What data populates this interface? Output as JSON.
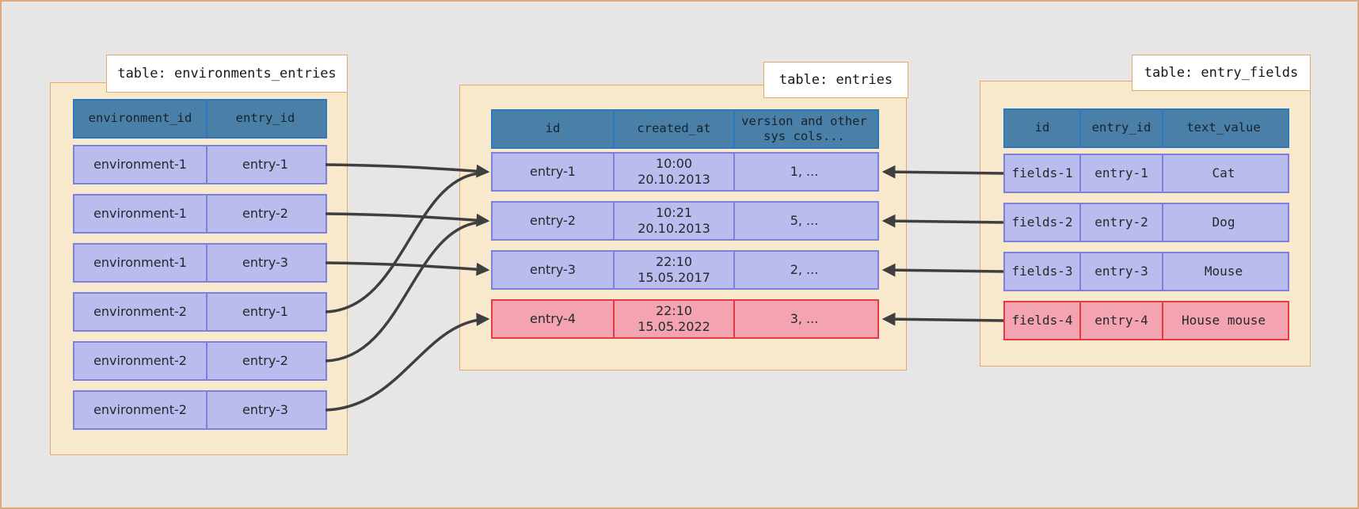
{
  "diagram": {
    "background_color": "#e6e6e6",
    "frame_color": "#dca87c",
    "arrow_color": "#3f3f3f",
    "palette": {
      "container_fill": "#f9e9cc",
      "container_border": "#e6a76b",
      "header_fill": "#4a80a8",
      "header_border": "#2b79c2",
      "row_fill": "#b9bcec",
      "row_border": "#7c81dd",
      "highlight_row_fill": "#f4a4b0",
      "highlight_row_border": "#e63946",
      "title_box_fill": "#ffffff"
    }
  },
  "tables": [
    {
      "key": "environments_entries",
      "title": "table: environments_entries",
      "columns": [
        "environment_id",
        "entry_id"
      ],
      "rows": [
        {
          "cells": [
            "environment-1",
            "entry-1"
          ],
          "highlight": false
        },
        {
          "cells": [
            "environment-1",
            "entry-2"
          ],
          "highlight": false
        },
        {
          "cells": [
            "environment-1",
            "entry-3"
          ],
          "highlight": false
        },
        {
          "cells": [
            "environment-2",
            "entry-1"
          ],
          "highlight": false
        },
        {
          "cells": [
            "environment-2",
            "entry-2"
          ],
          "highlight": false
        },
        {
          "cells": [
            "environment-2",
            "entry-3"
          ],
          "highlight": false
        }
      ]
    },
    {
      "key": "entries",
      "title": "table: entries",
      "columns": [
        "id",
        "created_at",
        "version and other sys cols..."
      ],
      "rows": [
        {
          "cells": [
            "entry-1",
            "10:00 20.10.2013",
            "1, ..."
          ],
          "highlight": false
        },
        {
          "cells": [
            "entry-2",
            "10:21 20.10.2013",
            "5, ..."
          ],
          "highlight": false
        },
        {
          "cells": [
            "entry-3",
            "22:10 15.05.2017",
            "2, ..."
          ],
          "highlight": false
        },
        {
          "cells": [
            "entry-4",
            "22:10 15.05.2022",
            "3, ..."
          ],
          "highlight": true
        }
      ]
    },
    {
      "key": "entry_fields",
      "title": "table: entry_fields",
      "columns": [
        "id",
        "entry_id",
        "text_value"
      ],
      "rows": [
        {
          "cells": [
            "fields-1",
            "entry-1",
            "Cat"
          ],
          "highlight": false
        },
        {
          "cells": [
            "fields-2",
            "entry-2",
            "Dog"
          ],
          "highlight": false
        },
        {
          "cells": [
            "fields-3",
            "entry-3",
            "Mouse"
          ],
          "highlight": false
        },
        {
          "cells": [
            "fields-4",
            "entry-4",
            "House mouse"
          ],
          "highlight": true
        }
      ]
    }
  ],
  "relationships": [
    {
      "from_table": "environments_entries",
      "from_row": 1,
      "to_table": "entries",
      "to_row": 1
    },
    {
      "from_table": "environments_entries",
      "from_row": 2,
      "to_table": "entries",
      "to_row": 2
    },
    {
      "from_table": "environments_entries",
      "from_row": 3,
      "to_table": "entries",
      "to_row": 3
    },
    {
      "from_table": "environments_entries",
      "from_row": 4,
      "to_table": "entries",
      "to_row": 1
    },
    {
      "from_table": "environments_entries",
      "from_row": 5,
      "to_table": "entries",
      "to_row": 2
    },
    {
      "from_table": "environments_entries",
      "from_row": 6,
      "to_table": "entries",
      "to_row": 4
    },
    {
      "from_table": "entry_fields",
      "from_row": 1,
      "to_table": "entries",
      "to_row": 1
    },
    {
      "from_table": "entry_fields",
      "from_row": 2,
      "to_table": "entries",
      "to_row": 2
    },
    {
      "from_table": "entry_fields",
      "from_row": 3,
      "to_table": "entries",
      "to_row": 3
    },
    {
      "from_table": "entry_fields",
      "from_row": 4,
      "to_table": "entries",
      "to_row": 4
    }
  ]
}
